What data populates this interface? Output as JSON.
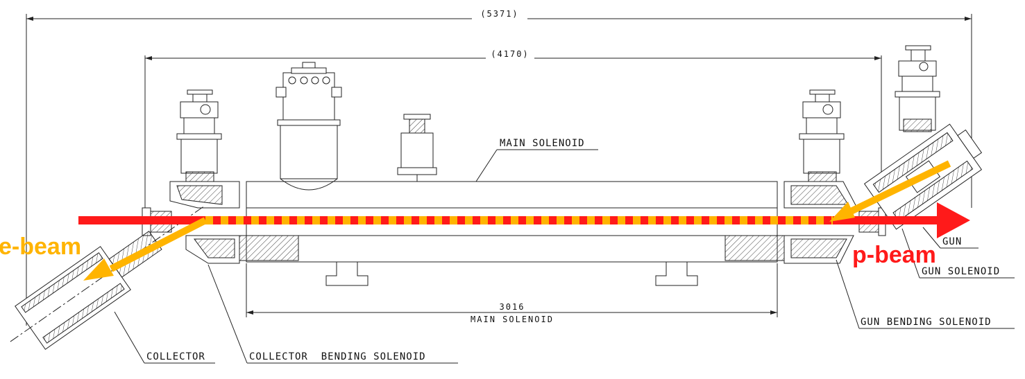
{
  "dimensions": {
    "overall": "(5371)",
    "inner": "(4170)",
    "main_solenoid_length": "3016",
    "main_solenoid_length_caption": "MAIN SOLENOID"
  },
  "labels": {
    "main_solenoid": "MAIN SOLENOID",
    "gun": "GUN",
    "gun_solenoid": "GUN SOLENOID",
    "gun_bending_solenoid": "GUN BENDING SOLENOID",
    "collector": "COLLECTOR",
    "collector_bending_solenoid": "COLLECTOR  BENDING SOLENOID"
  },
  "beams": {
    "e_beam": "e-beam",
    "p_beam": "p-beam"
  },
  "colors": {
    "p_beam": "#ff1a1a",
    "e_beam": "#ffb400",
    "line": "#222222"
  }
}
